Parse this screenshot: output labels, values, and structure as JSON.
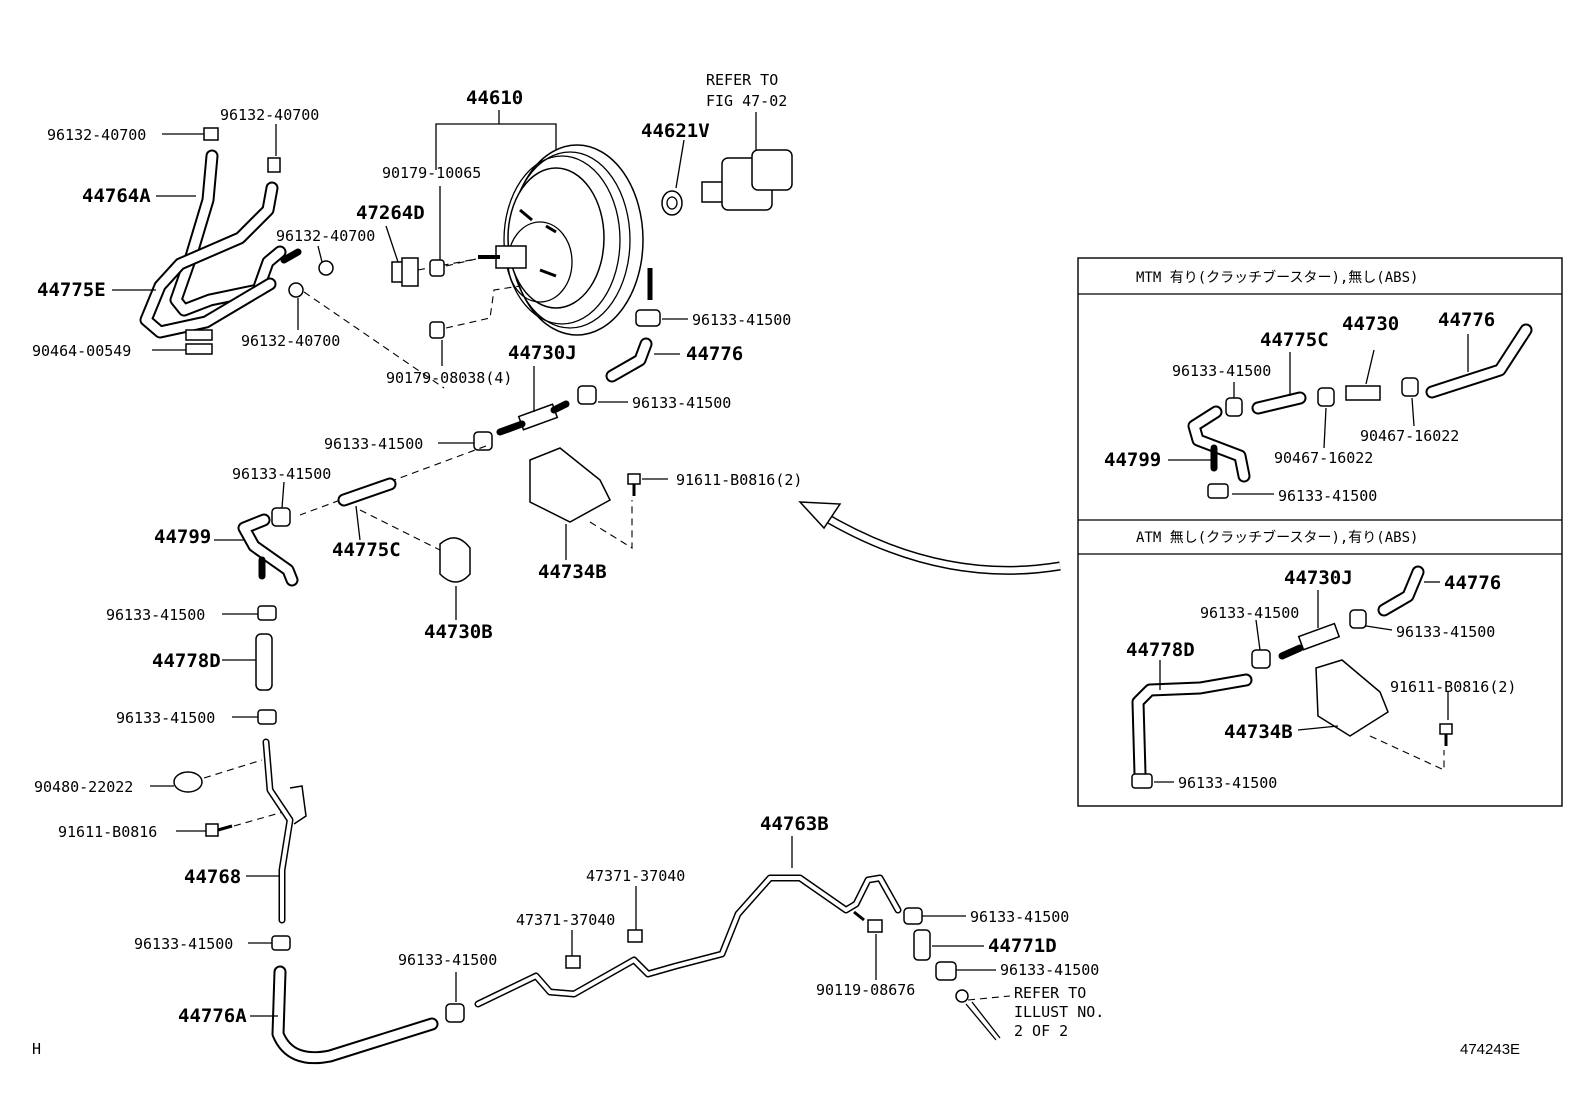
{
  "diagram_id": "474243E",
  "corner_mark": "H",
  "labels": {
    "l44610": "44610",
    "refer_fig_1": "REFER TO",
    "refer_fig_2": "FIG 47-02",
    "l44621v": "44621V",
    "l90179_10065": "90179-10065",
    "l47264d": "47264D",
    "l96132_a": "96132-40700",
    "l96132_b": "96132-40700",
    "l96132_c": "96132-40700",
    "l96132_d": "96132-40700",
    "l44764a": "44764A",
    "l44775e": "44775E",
    "l90464": "90464-00549",
    "l96133_top": "96133-41500",
    "l44730j": "44730J",
    "l44776": "44776",
    "l90179_08038": "90179-08038(4)",
    "l96133_mid": "96133-41500",
    "l96133_left": "96133-41500",
    "l96133_a": "96133-41500",
    "l91611_2": "91611-B0816(2)",
    "l44799": "44799",
    "l44775c": "44775C",
    "l44734b": "44734B",
    "l44730b": "44730B",
    "l96133_b": "96133-41500",
    "l44778d": "44778D",
    "l96133_c": "96133-41500",
    "l90480": "90480-22022",
    "l91611": "91611-B0816",
    "l44768": "44768",
    "l96133_d": "96133-41500",
    "l44776a": "44776A",
    "l96133_e": "96133-41500",
    "l47371_a": "47371-37040",
    "l47371_b": "47371-37040",
    "l44763b": "44763B",
    "l90119": "90119-08676",
    "l96133_f": "96133-41500",
    "l44771d": "44771D",
    "l96133_g": "96133-41500",
    "refer_illust_1": "REFER TO",
    "refer_illust_2": "ILLUST NO.",
    "refer_illust_3": "2 OF 2"
  },
  "inset": {
    "mtm_header": "MTM 有り(クラッチブースター),無し(ABS)",
    "atm_header": "ATM 無し(クラッチブースター),有り(ABS)",
    "mtm": {
      "l44775c": "44775C",
      "l44730": "44730",
      "l44776": "44776",
      "l96133_a": "96133-41500",
      "l44799": "44799",
      "l90467_a": "90467-16022",
      "l90467_b": "90467-16022",
      "l96133_b": "96133-41500"
    },
    "atm": {
      "l44730j": "44730J",
      "l44776": "44776",
      "l96133_a": "96133-41500",
      "l96133_b": "96133-41500",
      "l44778d": "44778D",
      "l91611": "91611-B0816(2)",
      "l44734b": "44734B",
      "l96133_c": "96133-41500"
    }
  }
}
